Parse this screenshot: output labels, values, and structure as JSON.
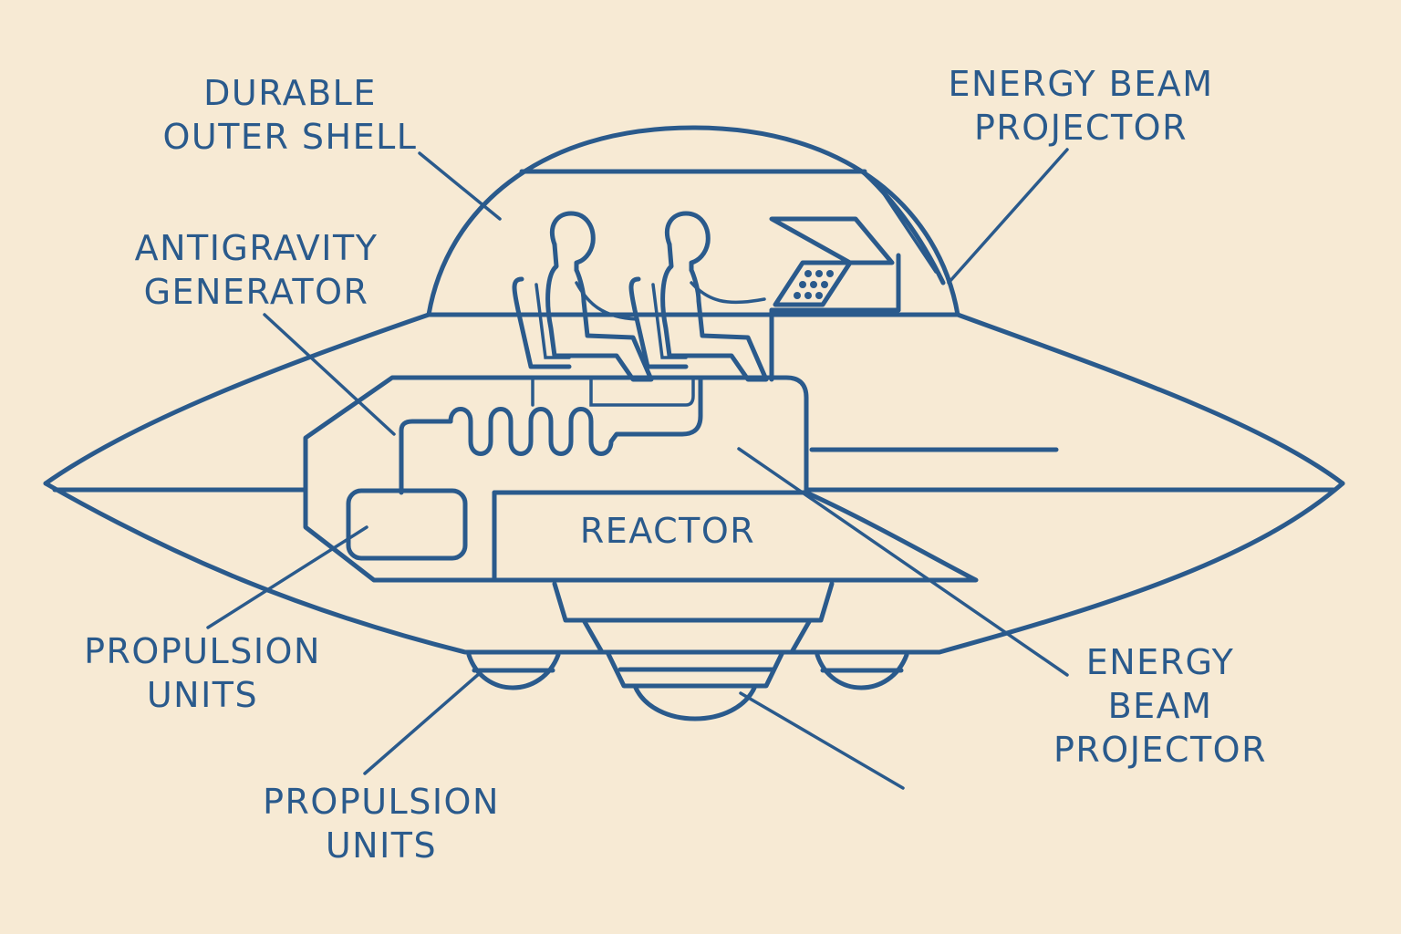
{
  "colors": {
    "background": "#f7ead4",
    "ink": "#2a5a8c"
  },
  "labels": {
    "outer_shell": [
      "DURABLE",
      "OUTER SHELL"
    ],
    "energy_beam_top": [
      "ENERGY BEAM",
      "PROJECTOR"
    ],
    "antigravity": [
      "ANTIGRAVITY",
      "GENERATOR"
    ],
    "reactor": "REACTOR",
    "propulsion_left": [
      "PROPULSION",
      "UNITS"
    ],
    "propulsion_bottom": [
      "PROPULSION",
      "UNITS"
    ],
    "energy_beam_bottom": [
      "ENERGY",
      "BEAM",
      "PROJECTOR"
    ]
  }
}
